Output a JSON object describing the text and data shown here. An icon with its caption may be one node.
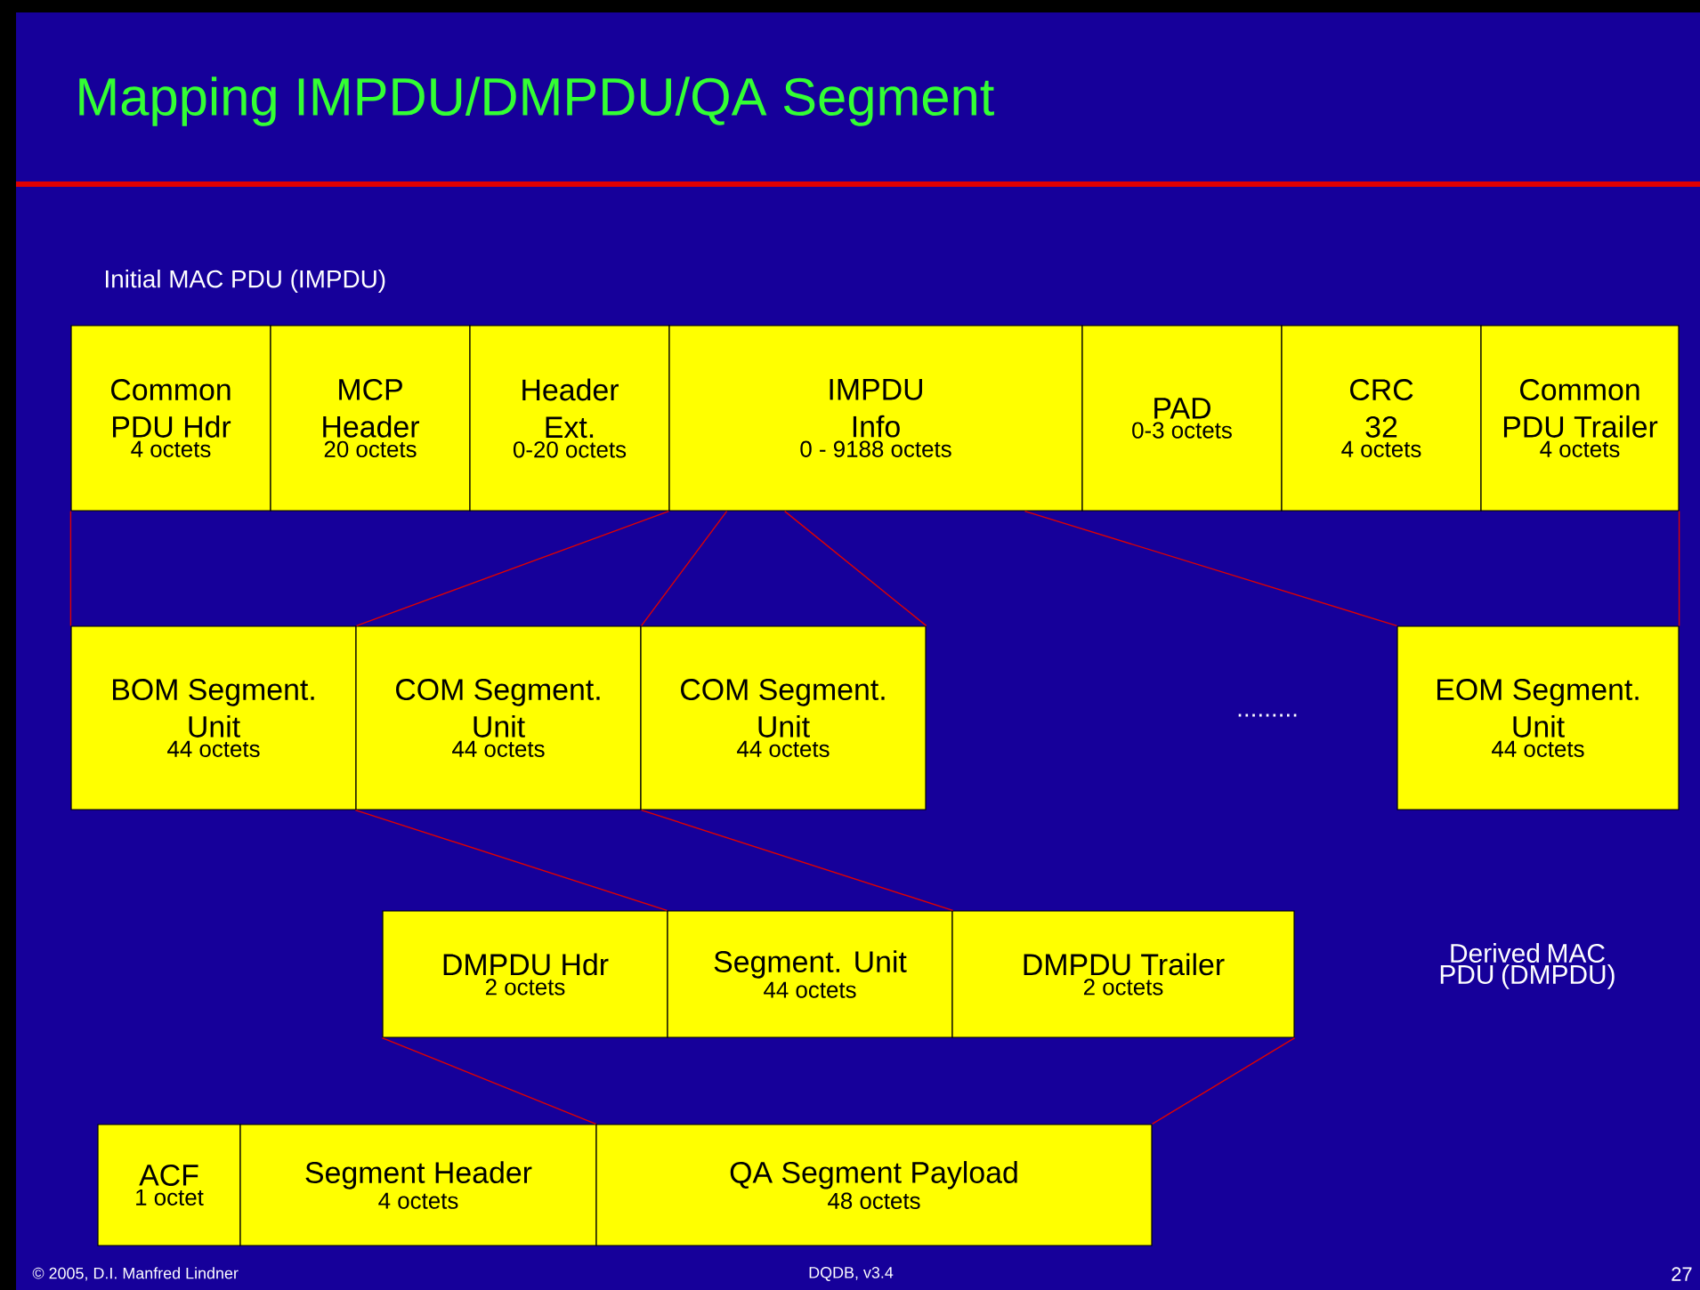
{
  "diagram": {
    "title": "Mapping IMPDU/DMPDU/QA Segment",
    "nodes": [
      {
        "text": [
          "Common PDU Hdr",
          "4 octets"
        ]
      },
      {
        "text": [
          "MCP Header",
          "20 octets"
        ]
      },
      {
        "text": [
          "Header Ext.",
          "0-20 octets"
        ]
      },
      {
        "text": [
          "IMPDU Info",
          "0 - 9188 octets"
        ]
      },
      {
        "text": [
          "PAD",
          "0-3 octets"
        ]
      },
      {
        "text": [
          "CRC 32",
          "4 octets"
        ]
      },
      {
        "text": [
          "Common PDU Trailer",
          "4 octets"
        ]
      },
      {
        "text": [
          "BOM Segment. Unit",
          "44 octets"
        ]
      },
      {
        "text": [
          "COM Segment. Unit",
          "44 octets"
        ]
      },
      {
        "text": [
          "COM Segment. Unit",
          "44 octets"
        ]
      },
      {
        "text": [
          "EOM Segment. Unit",
          "44 octets"
        ]
      },
      {
        "text": [
          "DMPDU Hdr",
          "2 octets"
        ]
      },
      {
        "text": [
          "Segment. Unit",
          "44 octets"
        ]
      },
      {
        "text": [
          "DMPDU Trailer",
          "2 octets"
        ]
      },
      {
        "text": [
          "ACF",
          "1 octet"
        ]
      },
      {
        "text": [
          "Segment Header",
          "4 octets"
        ]
      },
      {
        "text": [
          "QA Segment Payload",
          "48 octets"
        ]
      }
    ],
    "edges": [
      {
        "from": 0,
        "to": 7,
        "arrow": "none"
      },
      {
        "from": 3,
        "to": 7,
        "arrow": "none"
      },
      {
        "from": 3,
        "to": 8,
        "arrow": "none"
      },
      {
        "from": 3,
        "to": 9,
        "arrow": "none"
      },
      {
        "from": 3,
        "to": 10,
        "arrow": "none"
      },
      {
        "from": 6,
        "to": 10,
        "arrow": "none"
      },
      {
        "from": 8,
        "to": 12,
        "arrow": "none"
      },
      {
        "from": 8,
        "to": 12,
        "arrow": "none"
      },
      {
        "from": 11,
        "to": 16,
        "arrow": "none"
      },
      {
        "from": 13,
        "to": 16,
        "arrow": "none"
      }
    ],
    "labels": [
      "Initial MAC PDU (IMPDU)",
      ".........",
      "Derived MAC PDU (DMPDU)",
      "© 2005, D.I. Manfred Lindner",
      "DQDB, v3.4",
      "27"
    ]
  }
}
